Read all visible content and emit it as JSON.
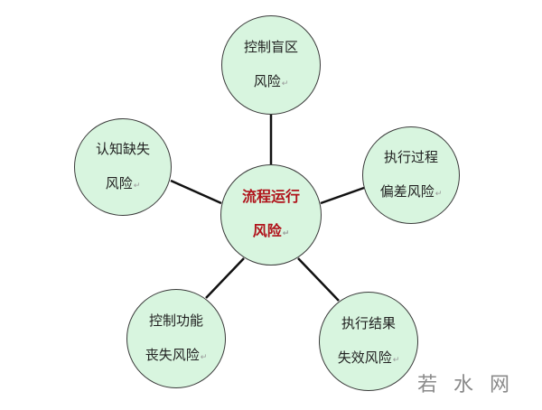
{
  "diagram": {
    "center": {
      "line1": "流程运行",
      "line2": "风险",
      "text_color": "#b0131b"
    },
    "nodes": [
      {
        "id": "top",
        "line1": "控制盲区",
        "line2": "风险"
      },
      {
        "id": "left",
        "line1": "认知缺失",
        "line2": "风险"
      },
      {
        "id": "right",
        "line1": "执行过程",
        "line2": "偏差风险"
      },
      {
        "id": "bottom-left",
        "line1": "控制功能",
        "line2": "丧失风险"
      },
      {
        "id": "bottom-right",
        "line1": "执行结果",
        "line2": "失效风险"
      }
    ],
    "return_mark": "↵",
    "node_fill": "#d8f5df",
    "edge_color": "#111111"
  },
  "watermark": "若水网"
}
